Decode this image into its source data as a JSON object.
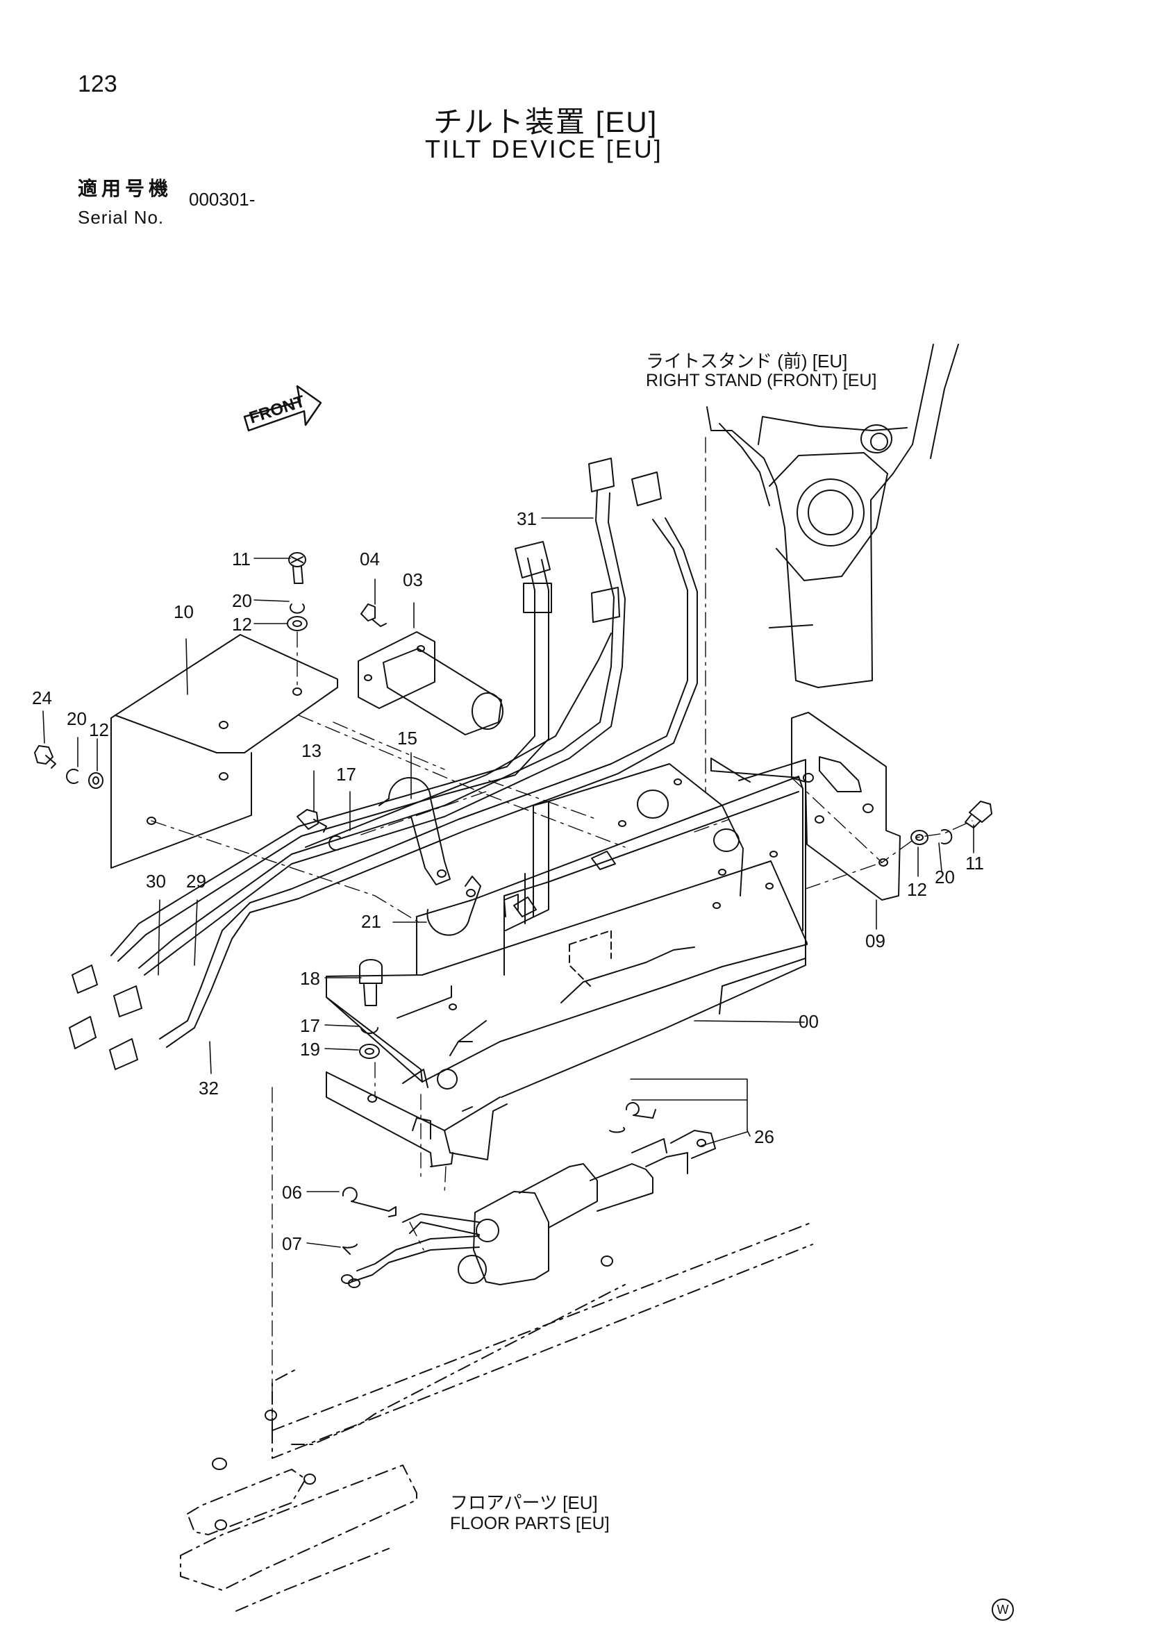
{
  "page": {
    "number": "123",
    "title_jp": "チルト装置 [EU]",
    "title_en": "TILT DEVICE [EU]",
    "serial_label_jp": "適用号機",
    "serial_label_en": "Serial No.",
    "serial_value": "000301-"
  },
  "annotations": {
    "front_arrow": "FRONT",
    "right_stand_jp": "ライトスタンド (前) [EU]",
    "right_stand_en": "RIGHT STAND (FRONT) [EU]",
    "floor_parts_jp": "フロアパーツ [EU]",
    "floor_parts_en": "FLOOR PARTS [EU]",
    "watermark": "W"
  },
  "callouts": {
    "c11a": "11",
    "c20a": "20",
    "c12a": "12",
    "c04": "04",
    "c03": "03",
    "c10": "10",
    "c24": "24",
    "c20b": "20",
    "c12b": "12",
    "c13": "13",
    "c15": "15",
    "c17a": "17",
    "c31": "31",
    "c30": "30",
    "c29": "29",
    "c21": "21",
    "c18": "18",
    "c17b": "17",
    "c19": "19",
    "c32": "32",
    "c00": "00",
    "c09": "09",
    "c12c": "12",
    "c20c": "20",
    "c11b": "11",
    "c26": "26",
    "c06": "06",
    "c07": "07"
  },
  "colors": {
    "ink": "#111111",
    "paper": "#ffffff"
  }
}
